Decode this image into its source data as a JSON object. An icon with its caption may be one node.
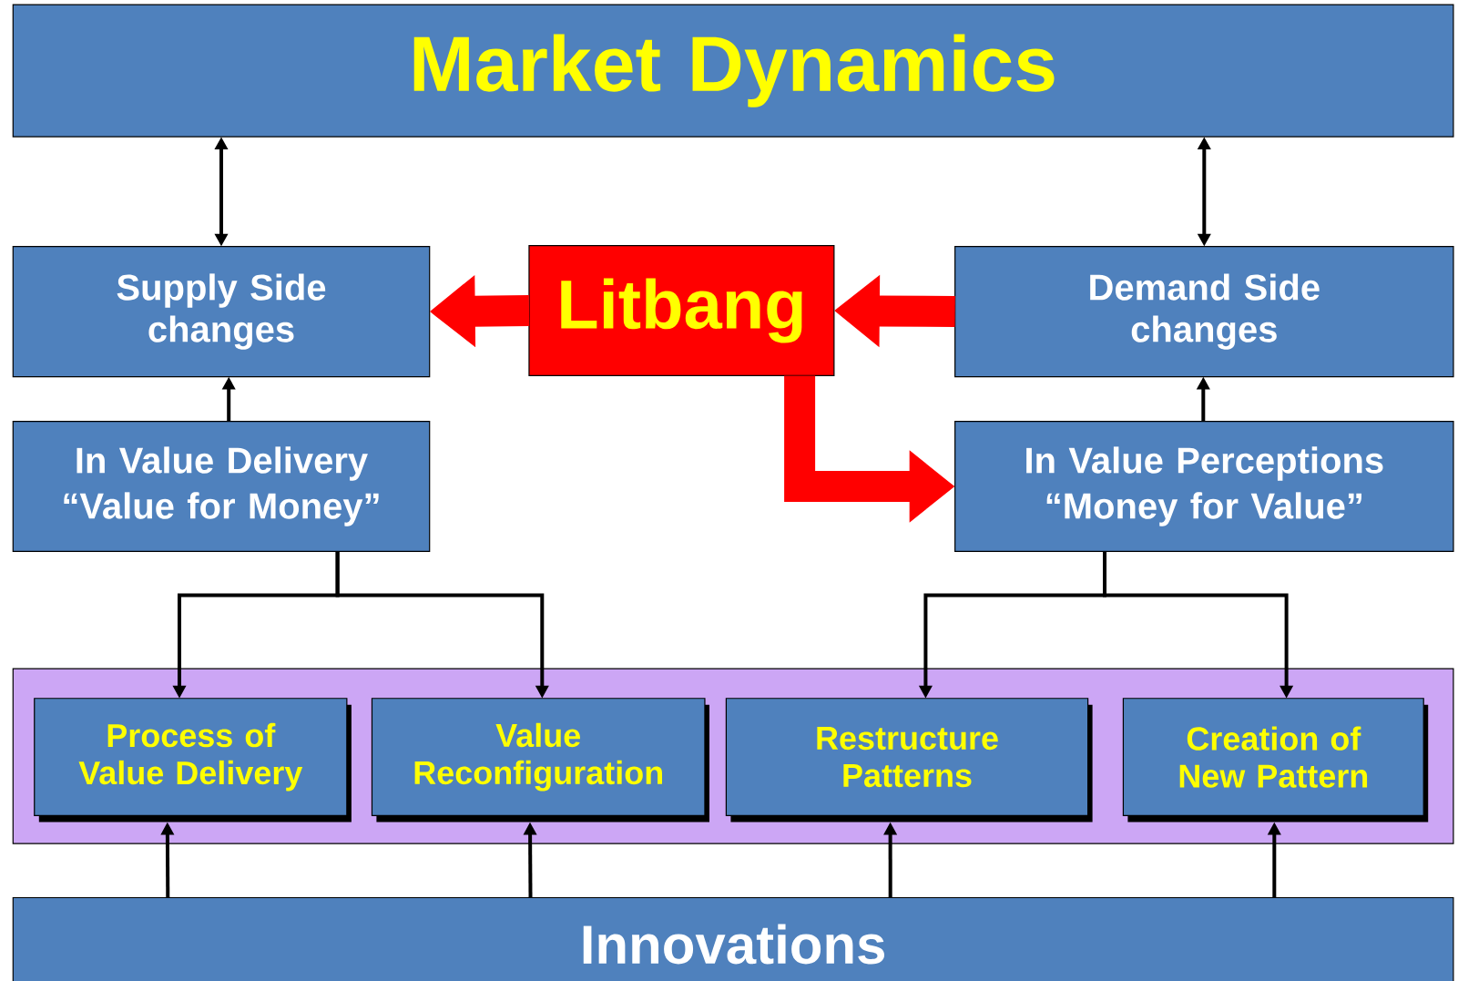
{
  "diagram": {
    "nodes": [
      {
        "text": [
          "Market Dynamics"
        ]
      },
      {
        "text": [
          "Supply Side changes"
        ]
      },
      {
        "text": [
          "Litbang"
        ]
      },
      {
        "text": [
          "Demand Side changes"
        ]
      },
      {
        "text": [
          "In Value Delivery",
          "“Value for Money”"
        ]
      },
      {
        "text": [
          "In Value Perceptions",
          "“Money for Value”"
        ]
      },
      {
        "text": [],
        "shape": "box"
      },
      {
        "text": [
          "Process of Value Delivery"
        ],
        "in": 6
      },
      {
        "text": [
          "Value Reconfiguration"
        ],
        "in": 6
      },
      {
        "text": [
          "Restructure Patterns"
        ],
        "in": 6
      },
      {
        "text": [
          "Creation of New Pattern"
        ],
        "in": 6
      },
      {
        "text": [
          "Innovations"
        ]
      }
    ],
    "edges": [
      {
        "from": 0,
        "to": 1,
        "arrow": "both"
      },
      {
        "from": 0,
        "to": 3,
        "arrow": "both"
      },
      {
        "from": 2,
        "to": 1,
        "arrow": "to",
        "style": "thick",
        "color": "#ff0000"
      },
      {
        "from": 3,
        "to": 2,
        "arrow": "to",
        "style": "thick",
        "color": "#ff0000"
      },
      {
        "from": 2,
        "to": 5,
        "arrow": "to",
        "style": "thick",
        "color": "#ff0000"
      },
      {
        "from": 4,
        "to": 1,
        "arrow": "to"
      },
      {
        "from": 5,
        "to": 3,
        "arrow": "to"
      },
      {
        "from": 4,
        "to": 7,
        "arrow": "to"
      },
      {
        "from": 4,
        "to": 8,
        "arrow": "to"
      },
      {
        "from": 5,
        "to": 9,
        "arrow": "to"
      },
      {
        "from": 5,
        "to": 10,
        "arrow": "to"
      },
      {
        "from": 11,
        "to": 7,
        "arrow": "to"
      },
      {
        "from": 11,
        "to": 8,
        "arrow": "to"
      },
      {
        "from": 11,
        "to": 9,
        "arrow": "to"
      },
      {
        "from": 11,
        "to": 10,
        "arrow": "to"
      }
    ]
  }
}
